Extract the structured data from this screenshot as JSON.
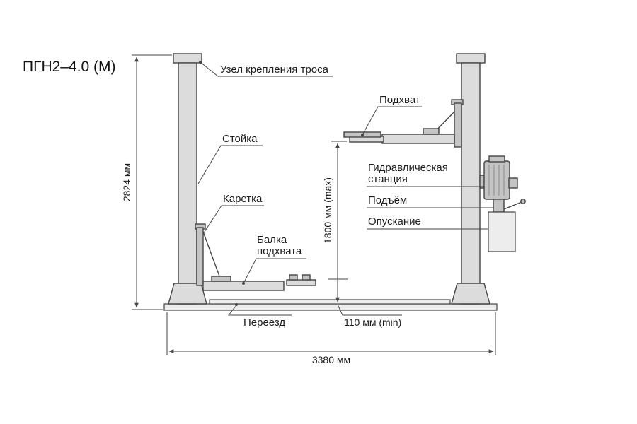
{
  "title": "ПГН2–4.0 (М)",
  "callouts": {
    "cable_unit": "Узел крепления троса",
    "post": "Стойка",
    "carriage": "Каретка",
    "pickup_beam": [
      "Балка",
      "подхвата"
    ],
    "drive_over": "Переезд",
    "pickup": "Подхват",
    "hydraulic_station": [
      "Гидравлическая",
      "станция"
    ],
    "raise": "Подъём",
    "lower": "Опускание"
  },
  "dimensions": {
    "total_height": "2824 мм",
    "max_lift_height": "1800 мм (max)",
    "min_pickup_height": "110 мм (min)",
    "total_width": "3380 мм"
  },
  "colors": {
    "line": "#454545",
    "fill_light": "#ededed",
    "fill_mid": "#dcdcdc",
    "fill_dark": "#c4c4c4",
    "text": "#1c1c1c",
    "background": "#ffffff"
  }
}
